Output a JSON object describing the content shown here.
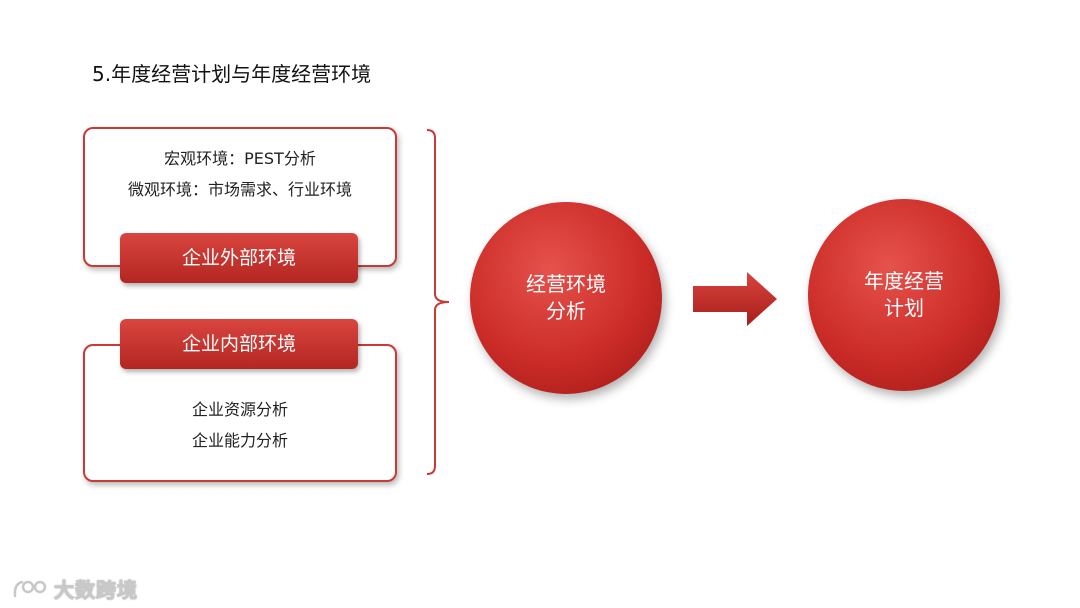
{
  "title": "5.年度经营计划与年度经营环境",
  "external": {
    "label": "企业外部环境",
    "lines": [
      "宏观环境：PEST分析",
      "微观环境：市场需求、行业环境"
    ]
  },
  "internal": {
    "label": "企业内部环境",
    "lines": [
      "企业资源分析",
      "企业能力分析"
    ]
  },
  "analysis_circle": {
    "lines": [
      "经营环境",
      "分析"
    ]
  },
  "plan_circle": {
    "lines": [
      "年度经营",
      "计划"
    ]
  },
  "watermark": {
    "text": "大数跨境"
  },
  "colors": {
    "accent": "#c83a35",
    "label": "#c0302b"
  }
}
